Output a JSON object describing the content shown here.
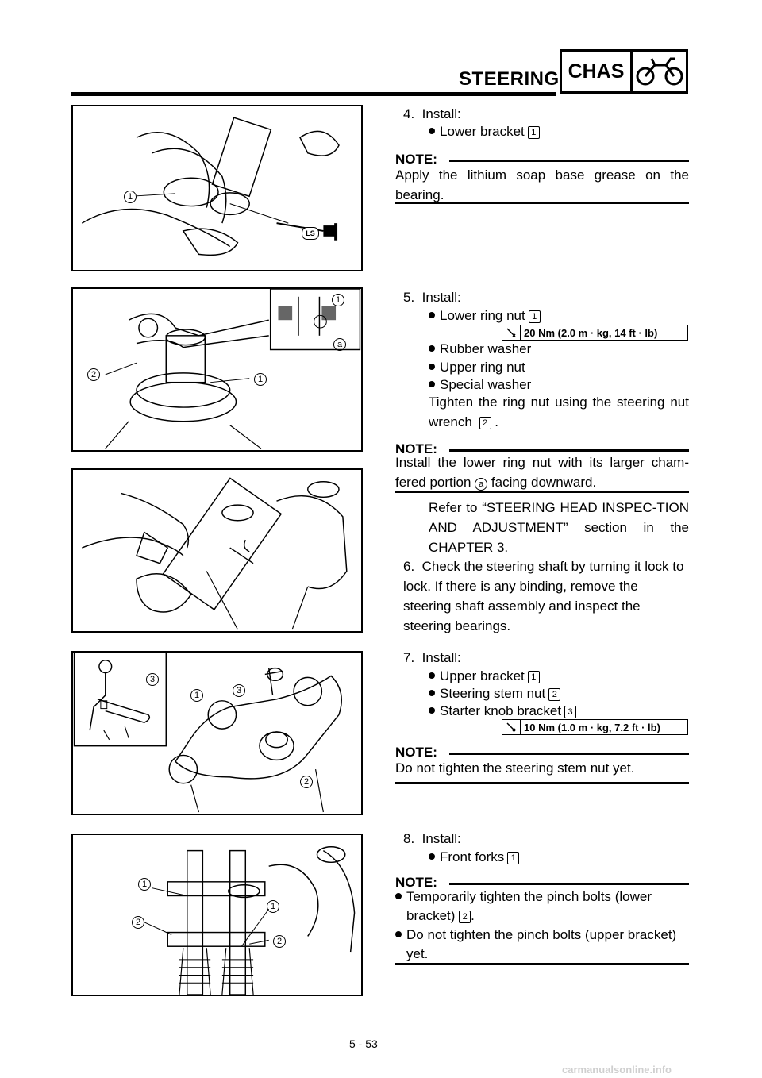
{
  "header": {
    "title": "STEERING",
    "section": "CHAS"
  },
  "steps": {
    "s4": {
      "num": "4.",
      "verb": "Install:",
      "items": [
        {
          "label": "Lower bracket",
          "ref": "1"
        }
      ],
      "note_label": "NOTE:",
      "note": "Apply the lithium soap base grease on the bearing."
    },
    "s5": {
      "num": "5.",
      "verb": "Install:",
      "item1": {
        "label": "Lower ring nut",
        "ref": "1"
      },
      "torque": "20 Nm (2.0 m · kg, 14 ft · lb)",
      "item2": "Rubber washer",
      "item3": "Upper ring nut",
      "item4": "Special washer",
      "tighten": "Tighten the ring nut using the steering nut wrench",
      "tighten_ref": "2",
      "note_label": "NOTE:",
      "note_a": "Install the lower ring nut with its larger cham-fered portion",
      "note_ref": "a",
      "note_b": "facing downward.",
      "refer": "Refer to “STEERING HEAD INSPEC-TION AND ADJUSTMENT” section in the CHAPTER 3."
    },
    "s6": {
      "num": "6.",
      "text": "Check the steering shaft by turning it lock to lock. If there is any binding, remove the steering shaft assembly and inspect the steering bearings."
    },
    "s7": {
      "num": "7.",
      "verb": "Install:",
      "item1": {
        "label": "Upper bracket",
        "ref": "1"
      },
      "item2": {
        "label": "Steering stem nut",
        "ref": "2"
      },
      "item3": {
        "label": "Starter knob bracket",
        "ref": "3"
      },
      "torque": "10 Nm (1.0 m · kg, 7.2 ft · lb)",
      "note_label": "NOTE:",
      "note": "Do not tighten the steering stem nut yet."
    },
    "s8": {
      "num": "8.",
      "verb": "Install:",
      "item1": {
        "label": "Front forks",
        "ref": "1"
      },
      "note_label": "NOTE:",
      "b1a": "Temporarily tighten the pinch bolts (lower",
      "b1b": "bracket)",
      "b1_ref": "2",
      "b1c": ".",
      "b2a": "Do not tighten the pinch bolts (upper bracket)",
      "b2b": "yet."
    }
  },
  "figures": {
    "f1": {
      "callouts": [
        "1"
      ],
      "tag": "LS"
    },
    "f2": {
      "callouts": [
        "1",
        "2",
        "1",
        "a"
      ]
    },
    "f4": {
      "callouts": [
        "3",
        "1",
        "3",
        "2"
      ]
    },
    "f5": {
      "callouts": [
        "1",
        "2",
        "1",
        "2"
      ]
    }
  },
  "page": {
    "number": "5 - 53",
    "watermark": "carmanualsonline.info"
  }
}
